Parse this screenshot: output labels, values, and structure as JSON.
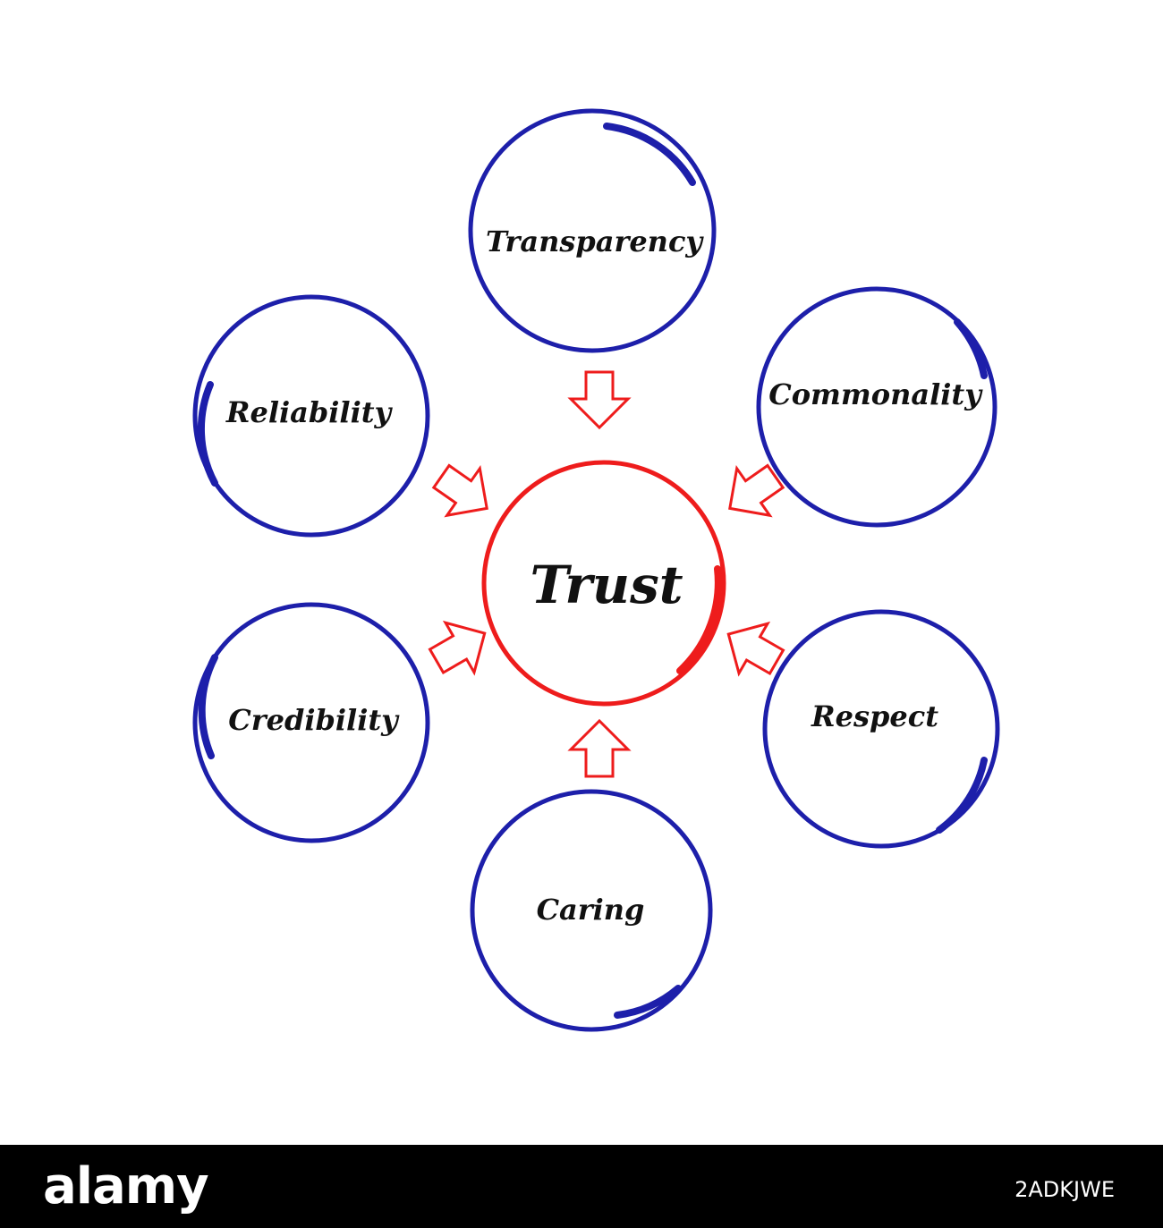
{
  "center": {
    "label": "Trust",
    "color": "#ee1c1c"
  },
  "nodes": [
    {
      "id": "transparency",
      "label": "Transparency"
    },
    {
      "id": "commonality",
      "label": "Commonality"
    },
    {
      "id": "respect",
      "label": "Respect"
    },
    {
      "id": "caring",
      "label": "Caring"
    },
    {
      "id": "credibility",
      "label": "Credibility"
    },
    {
      "id": "reliability",
      "label": "Reliability"
    }
  ],
  "colors": {
    "node_stroke": "#1d1faa",
    "arrow_stroke": "#ee1c1c",
    "text": "#111111"
  },
  "watermark": {
    "brand": "alamy",
    "image_id": "2ADKJWE"
  }
}
